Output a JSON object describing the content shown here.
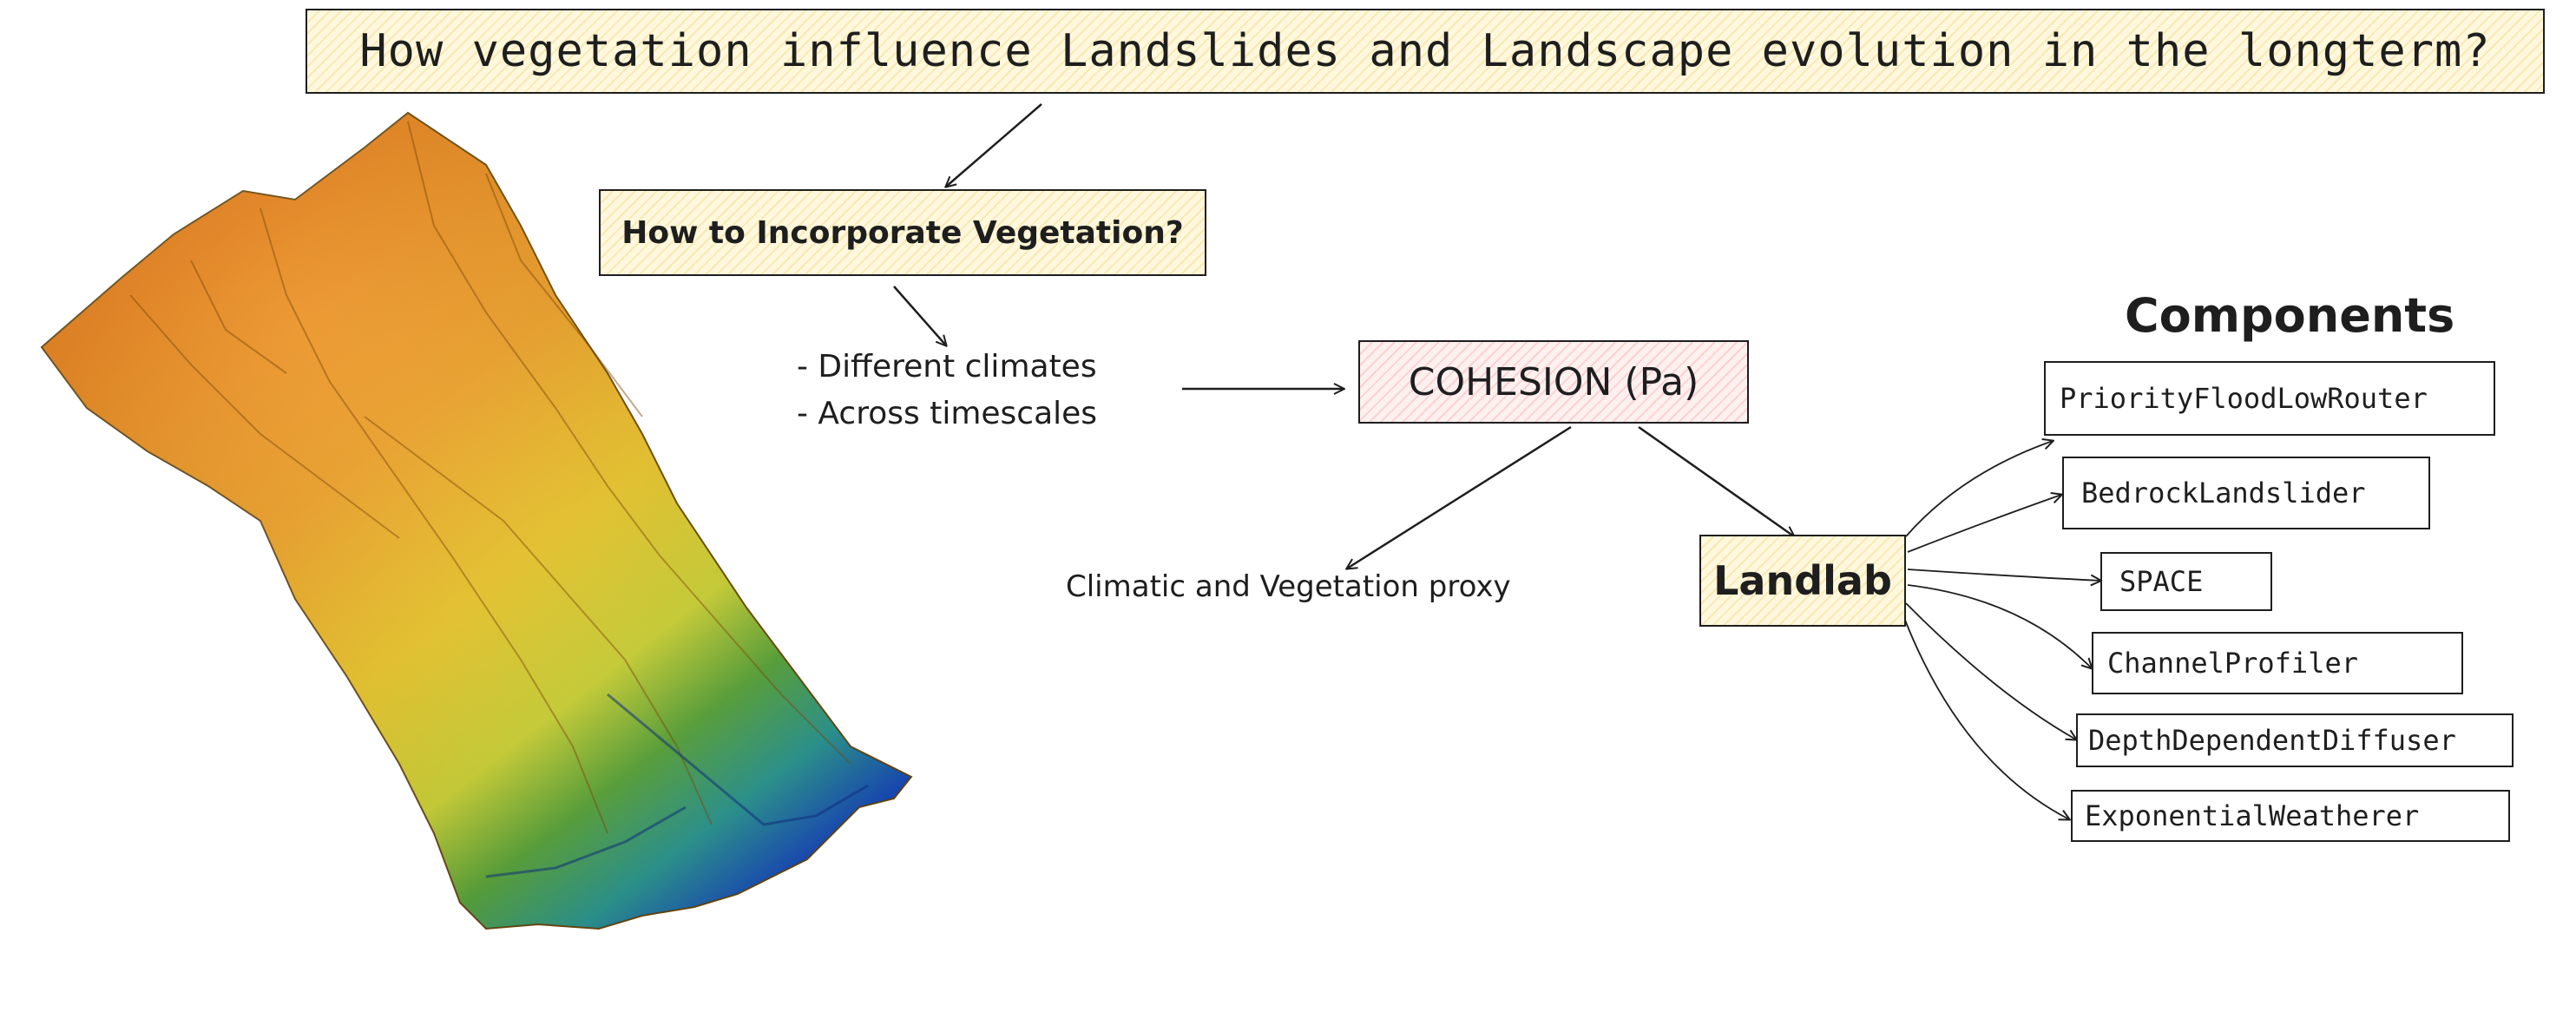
{
  "title": "How vegetation influence Landslides and Landscape evolution in the longterm?",
  "question": "How to Incorporate Vegetation?",
  "bullets": [
    "- Different climates",
    "- Across timescales"
  ],
  "cohesion": "COHESION (Pa)",
  "proxy": "Climatic and Vegetation proxy",
  "landlab": "Landlab",
  "components_heading": "Components",
  "components": [
    "PriorityFloodLowRouter",
    "BedrockLandslider",
    "SPACE",
    "ChannelProfiler",
    "DepthDependentDiffuser",
    "ExponentialWeatherer"
  ],
  "colors": {
    "stroke": "#1e1e1e",
    "title_fill": "#fff8dc",
    "cohesion_fill": "#fff0f0",
    "terrain_high": "#e07a10",
    "terrain_mid": "#f2d21e",
    "terrain_low_green": "#5cae2e",
    "terrain_valley": "#1f5fd6"
  },
  "icons": [
    "terrain-3d-image"
  ]
}
